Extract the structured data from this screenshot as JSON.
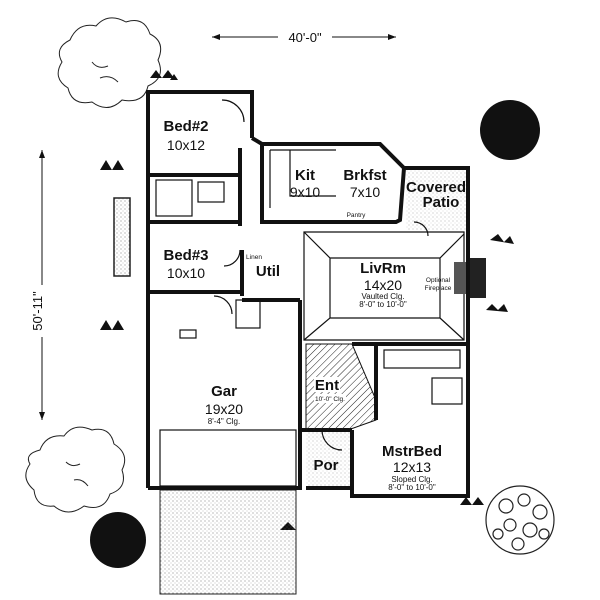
{
  "dimensions": {
    "width": "40'-0\"",
    "depth": "50'-11\""
  },
  "rooms": [
    {
      "id": "bed2",
      "name": "Bed#2",
      "size": "10x12"
    },
    {
      "id": "bed3",
      "name": "Bed#3",
      "size": "10x10"
    },
    {
      "id": "kit",
      "name": "Kit",
      "size": "9x10"
    },
    {
      "id": "brkfst",
      "name": "Brkfst",
      "size": "7x10"
    },
    {
      "id": "patio",
      "name": "Covered",
      "size": "Patio"
    },
    {
      "id": "livrm",
      "name": "LivRm",
      "size": "14x20",
      "note1": "Vaulted Clg.",
      "note2": "8'-0\" to 10'-0\""
    },
    {
      "id": "gar",
      "name": "Gar",
      "size": "19x20",
      "note1": "8'-4\" Clg."
    },
    {
      "id": "mstrbed",
      "name": "MstrBed",
      "size": "12x13",
      "note1": "Sloped Clg.",
      "note2": "8'-0\" to 10'-0\""
    },
    {
      "id": "ent",
      "name": "Ent",
      "note1": "10'-0\" Clg."
    },
    {
      "id": "por",
      "name": "Por"
    },
    {
      "id": "util",
      "name": "Util"
    }
  ],
  "small_labels": {
    "pantry": "Pantry",
    "linen": "Linen",
    "fireplace1": "Optional",
    "fireplace2": "Fireplace"
  }
}
